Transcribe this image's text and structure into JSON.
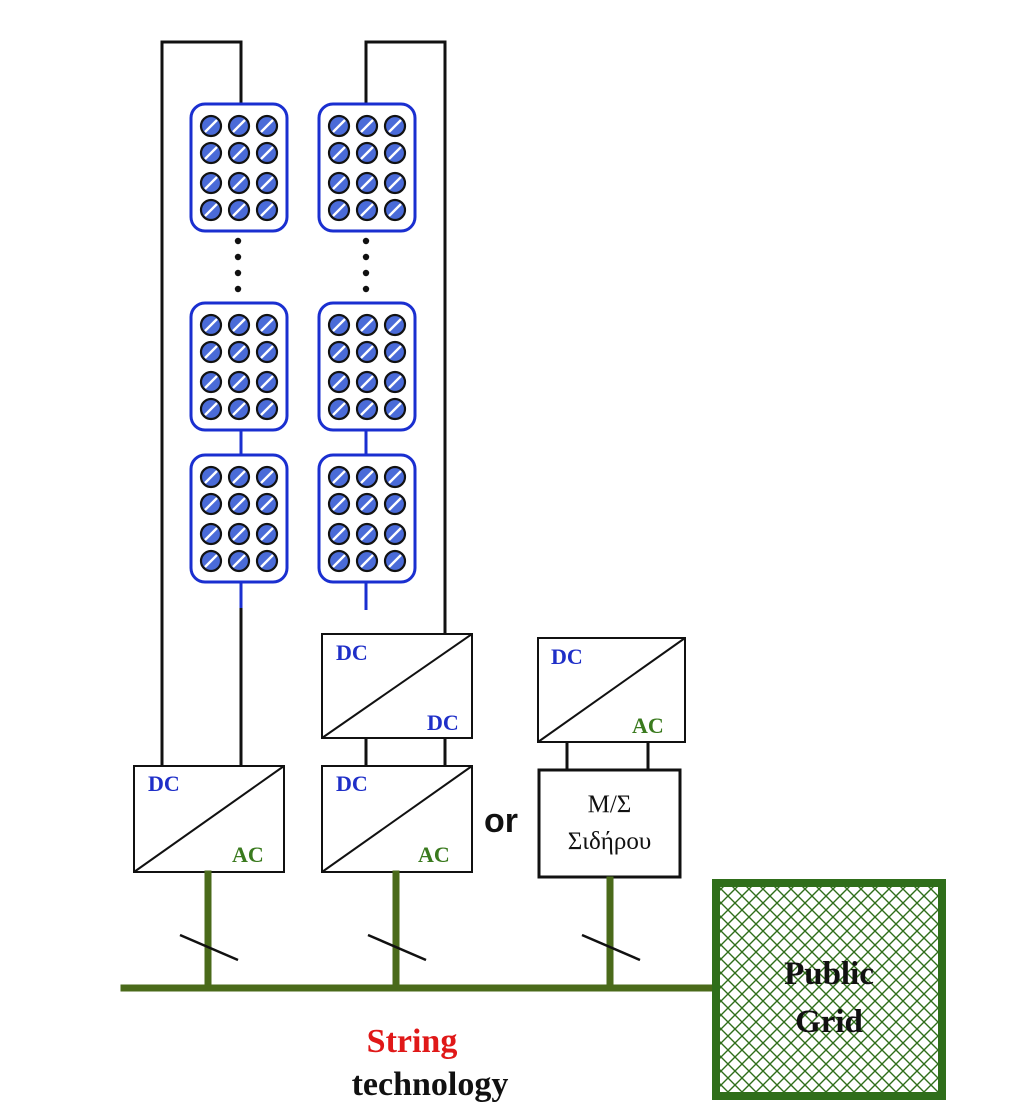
{
  "colors": {
    "wire": "#111111",
    "panel_blue": "#1a2fd0",
    "panel_cell": "#4a6bd8",
    "dc_label": "#1f2fc8",
    "ac_label": "#3a7a1e",
    "bus_green": "#4a6a1a",
    "grid_border": "#2f6e1a",
    "grid_hatch": "#2f6e1a",
    "caption_red": "#e01818"
  },
  "converters": {
    "dc": "DC",
    "ac": "AC"
  },
  "or_label": "or",
  "transformer": {
    "line1": "Μ/Σ",
    "line2": "Σιδήρου"
  },
  "grid": {
    "line1": "Public",
    "line2": "Grid"
  },
  "caption": {
    "line1": "String",
    "line2": "technology"
  }
}
